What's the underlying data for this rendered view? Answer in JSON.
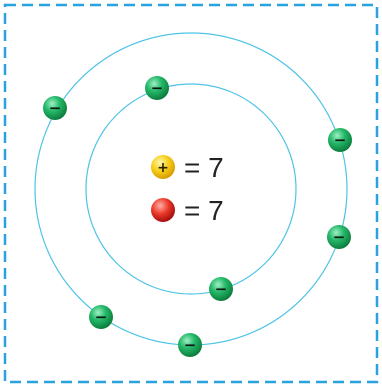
{
  "diagram": {
    "frame_color": "#29a3e0",
    "orbit_color": "#4fc3e6",
    "nucleus": {
      "proton_count_text": "= 7",
      "neutron_count_text": "= 7",
      "proton_sign": "+",
      "proton_color": "#f4c20d",
      "neutron_color": "#e02020"
    },
    "electron": {
      "sign": "−",
      "color": "#1aa35a"
    },
    "inner_shell_electron_count": 2,
    "outer_shell_electron_count": 5
  }
}
